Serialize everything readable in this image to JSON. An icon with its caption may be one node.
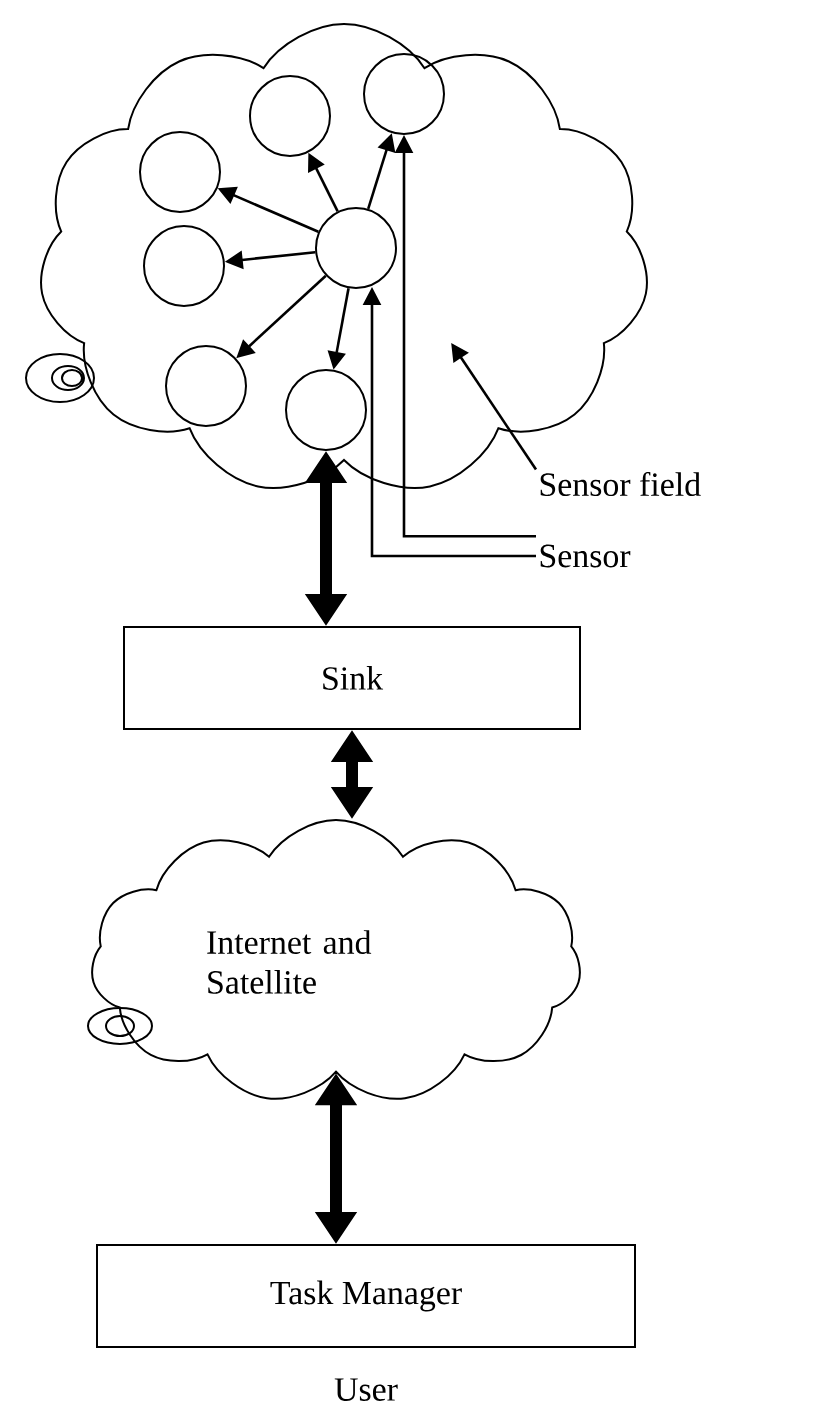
{
  "diagram": {
    "nodes": [
      {
        "text": [],
        "shape": "cloud"
      },
      {
        "text": [],
        "shape": "circle",
        "in": 0
      },
      {
        "text": [],
        "shape": "circle",
        "in": 0
      },
      {
        "text": [],
        "shape": "circle",
        "in": 0
      },
      {
        "text": [],
        "shape": "circle",
        "in": 0
      },
      {
        "text": [],
        "shape": "circle",
        "in": 0
      },
      {
        "text": [],
        "shape": "circle",
        "in": 0
      },
      {
        "text": [],
        "shape": "circle",
        "in": 0
      },
      {
        "text": [
          "Sensor field"
        ]
      },
      {
        "text": [
          "Sensor"
        ]
      },
      {
        "text": [
          "Sink"
        ]
      },
      {
        "text": [
          "Internet and Satellite"
        ]
      },
      {
        "text": [
          "Task Manager"
        ],
        "beside": [
          "User"
        ]
      }
    ],
    "edges": [
      {
        "from": 1,
        "to": 2,
        "arrow": "to"
      },
      {
        "from": 1,
        "to": 3,
        "arrow": "to"
      },
      {
        "from": 1,
        "to": 4,
        "arrow": "to"
      },
      {
        "from": 1,
        "to": 5,
        "arrow": "to"
      },
      {
        "from": 1,
        "to": 6,
        "arrow": "to"
      },
      {
        "from": 1,
        "to": 7,
        "arrow": "to"
      },
      {
        "from": 7,
        "to": 10,
        "arrow": "both",
        "style": "thick"
      },
      {
        "from": 10,
        "to": 11,
        "arrow": "both",
        "style": "thick"
      },
      {
        "from": 11,
        "to": 12,
        "arrow": "both",
        "style": "thick"
      },
      {
        "from": 8,
        "to": 0,
        "arrow": "to"
      },
      {
        "from": 9,
        "to": 1,
        "arrow": "to"
      },
      {
        "from": 9,
        "to": 4,
        "arrow": "to"
      }
    ]
  }
}
